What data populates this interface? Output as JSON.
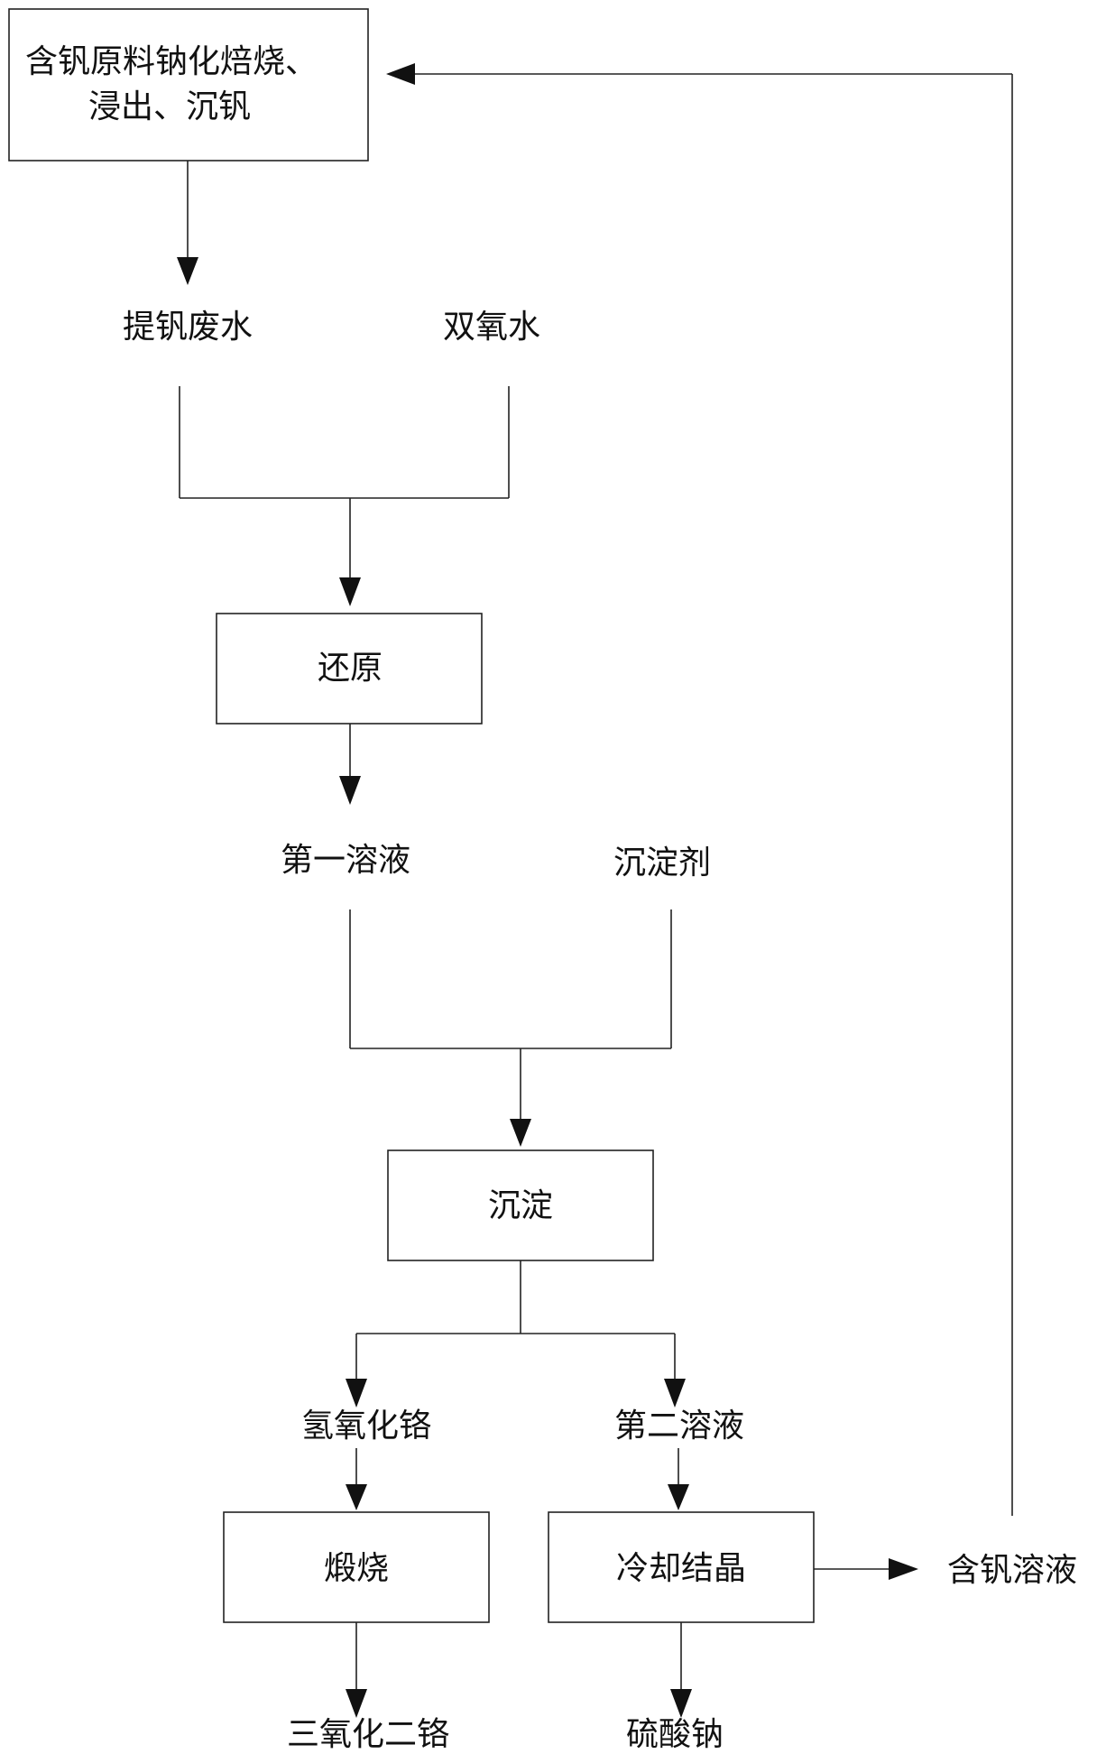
{
  "nodes": {
    "raw_process": {
      "line1": "含钒原料钠化焙烧、",
      "line2": "浸出、沉钒"
    },
    "vanadium_wastewater": "提钒废水",
    "hydrogen_peroxide": "双氧水",
    "reduction": "还原",
    "first_solution": "第一溶液",
    "precipitant": "沉淀剂",
    "precipitation": "沉淀",
    "chromium_hydroxide": "氢氧化铬",
    "second_solution": "第二溶液",
    "calcination": "煅烧",
    "cooling_crystallization": "冷却结晶",
    "vanadium_solution": "含钒溶液",
    "chromium_trioxide": "三氧化二铬",
    "sodium_sulfate": "硫酸钠"
  }
}
